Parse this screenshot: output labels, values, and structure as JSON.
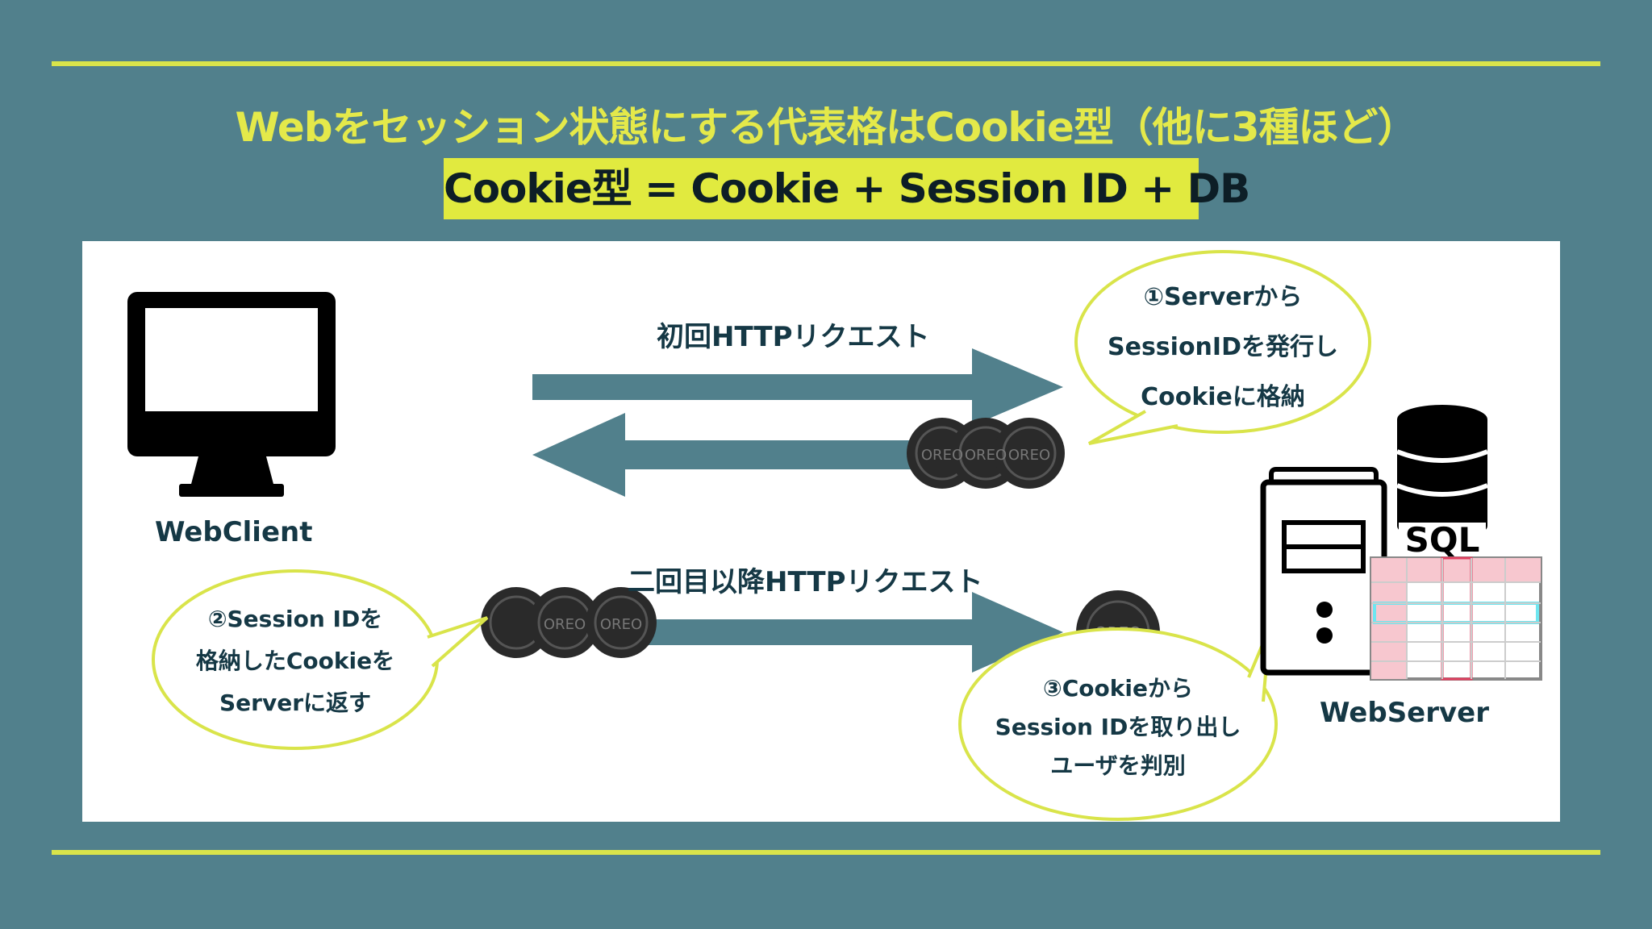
{
  "header": {
    "title": "Webをセッション状態にする代表格はCookie型（他に3種ほど）",
    "formula": "Cookie型 = Cookie + Session ID + DB"
  },
  "diagram": {
    "client_label": "WebClient",
    "server_label": "WebServer",
    "db_label": "SQL",
    "first_request_label": "初回HTTPリクエスト",
    "subsequent_request_label": "二回目以降HTTPリクエスト",
    "cookie_brand": "OREO",
    "bubble1": {
      "line1": "①Serverから",
      "line2": "SessionIDを発行し",
      "line3": "Cookieに格納"
    },
    "bubble2": {
      "line1": "②Session IDを",
      "line2": "格納したCookieを",
      "line3": "Serverに返す"
    },
    "bubble3": {
      "line1": "③Cookieから",
      "line2": "Session IDを取り出し",
      "line3": "ユーザを判別"
    }
  },
  "colors": {
    "background": "#51808c",
    "accent_yellow": "#e1ea3f",
    "arrow": "#51808c",
    "text_dark": "#153845"
  }
}
